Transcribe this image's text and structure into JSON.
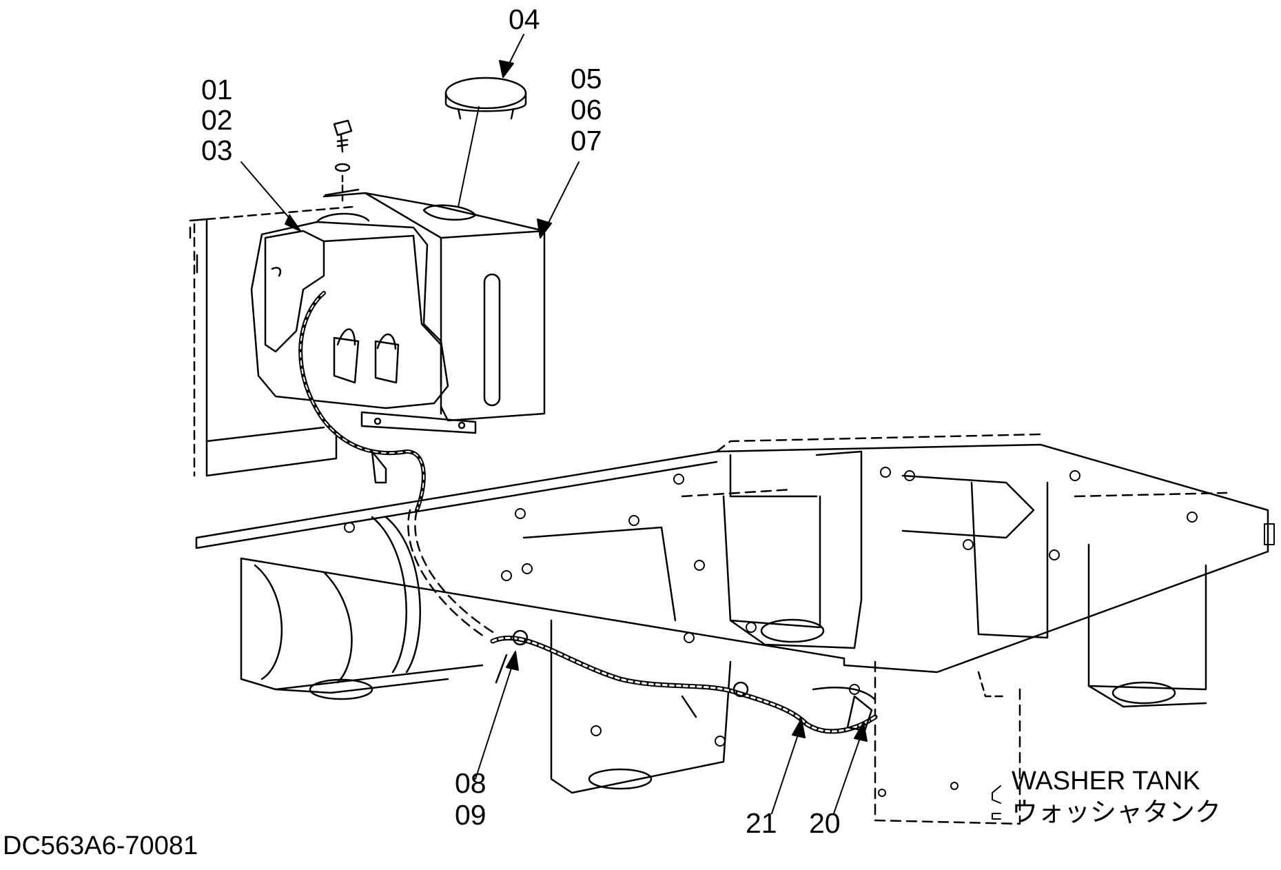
{
  "callouts": {
    "c01": "01",
    "c02": "02",
    "c03": "03",
    "c04": "04",
    "c05": "05",
    "c06": "06",
    "c07": "07",
    "c08": "08",
    "c09": "09",
    "c20": "20",
    "c21": "21"
  },
  "note": {
    "line1": "WASHER TANK",
    "line2": "ウォッシャタンク"
  },
  "drawing_number": "DC563A6-70081"
}
